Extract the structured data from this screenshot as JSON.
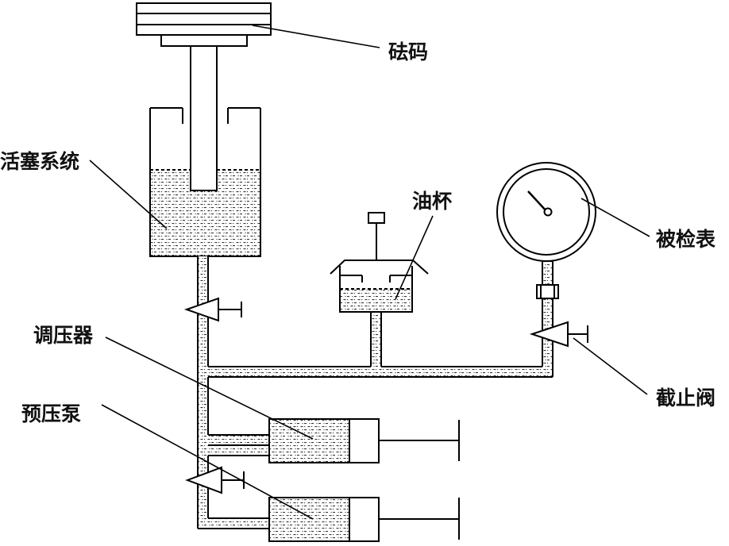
{
  "labels": {
    "weights": "砝码",
    "piston_system": "活塞系统",
    "oil_cup": "油杯",
    "gauge_under_test": "被检表",
    "pressure_regulator": "调压器",
    "stop_valve": "截止阀",
    "prepressure_pump": "预压泵"
  }
}
